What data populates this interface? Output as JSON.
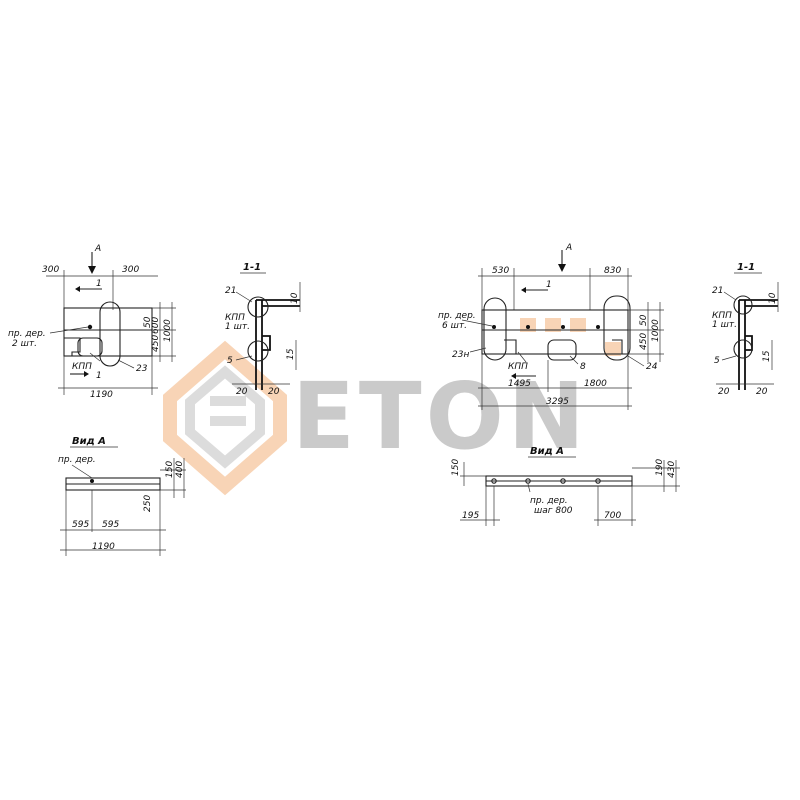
{
  "watermark": {
    "brand": "ETON",
    "colors": {
      "orange": "#f0a060",
      "gray": "#8a8a8a"
    }
  },
  "left": {
    "dims_top": [
      "300",
      "300"
    ],
    "arrow_label": "A",
    "section_mark": "1",
    "note_holes": [
      "пр. дер.",
      "2 шт."
    ],
    "kpp": "КПП",
    "callout_23": "23",
    "dim_bottom_mark": "1",
    "dim_1190": "1190",
    "right_dims": [
      "50",
      "600",
      "450",
      "1000"
    ]
  },
  "left_section": {
    "title": "1-1",
    "c21": "21",
    "kpp": [
      "КПП",
      "1 шт."
    ],
    "c5": "5",
    "d10": "10",
    "d15": "15",
    "d20a": "20",
    "d20b": "20"
  },
  "left_view": {
    "title": "Вид  А",
    "note": "пр. дер.",
    "d150": "150",
    "d400": "400",
    "d250": "250",
    "d595a": "595",
    "d595b": "595",
    "d1190": "1190"
  },
  "right": {
    "dims_top": [
      "530",
      "830"
    ],
    "arrow_label": "A",
    "section_mark": "1",
    "note_holes": [
      "пр. дер.",
      "6 шт."
    ],
    "c23n": "23н",
    "kpp": "КПП",
    "c8": "8",
    "c24": "24",
    "d1495": "1495",
    "d1800": "1800",
    "d3295": "3295",
    "right_dims": [
      "50",
      "450",
      "1000"
    ]
  },
  "right_section": {
    "title": "1-1",
    "c21": "21",
    "kpp": [
      "КПП",
      "1 шт."
    ],
    "c5": "5",
    "d10": "10",
    "d15": "15",
    "d20a": "20",
    "d20b": "20"
  },
  "right_view": {
    "title": "Вид  А",
    "d150": "150",
    "d190": "190",
    "d430": "430",
    "d195": "195",
    "note": [
      "пр. дер.",
      "шаг 800"
    ],
    "d700": "700"
  }
}
